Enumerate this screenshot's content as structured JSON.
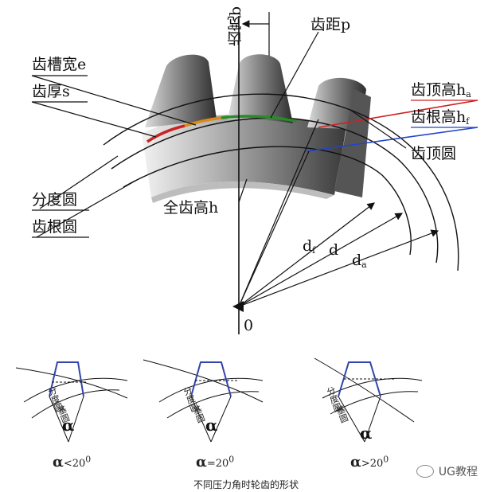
{
  "main_diagram": {
    "labels": {
      "tooth_width": "齿宽b",
      "pitch": "齿距p",
      "space_width": "齿槽宽e",
      "tooth_thickness": "齿厚s",
      "addendum": "齿顶高h",
      "addendum_sub": "a",
      "dedendum": "齿根高h",
      "dedendum_sub": "f",
      "addendum_circle": "齿顶圆",
      "pitch_circle": "分度圆",
      "whole_depth": "全齿高h",
      "root_circle": "齿根圆",
      "root_diameter": "d",
      "root_diameter_sub": "f",
      "pitch_diameter": "d",
      "tip_diameter": "d",
      "tip_diameter_sub": "a",
      "origin": "0"
    },
    "colors": {
      "tooth_thickness_arc": "#cc2222",
      "space_width_arc": "#d98a1a",
      "pitch_arc": "#2a8a2a",
      "addendum_line": "#cc2222",
      "dedendum_line": "#2244cc"
    }
  },
  "comparison": {
    "items": [
      {
        "pitch_label": "分度圆",
        "base_label": "基圆",
        "angle": "α",
        "condition": "<20",
        "degree": "0"
      },
      {
        "pitch_label": "分度圆",
        "base_label": "基圆",
        "angle": "α",
        "condition": "=20",
        "degree": "0"
      },
      {
        "pitch_label": "分度圆",
        "base_label": "基圆",
        "angle": "α",
        "condition": ">20",
        "degree": "0"
      }
    ],
    "tooth_outline_color": "#3344aa",
    "caption": "不同压力角时轮齿的形状"
  },
  "watermark": {
    "text": "UG教程",
    "icon": "wechat-icon"
  }
}
